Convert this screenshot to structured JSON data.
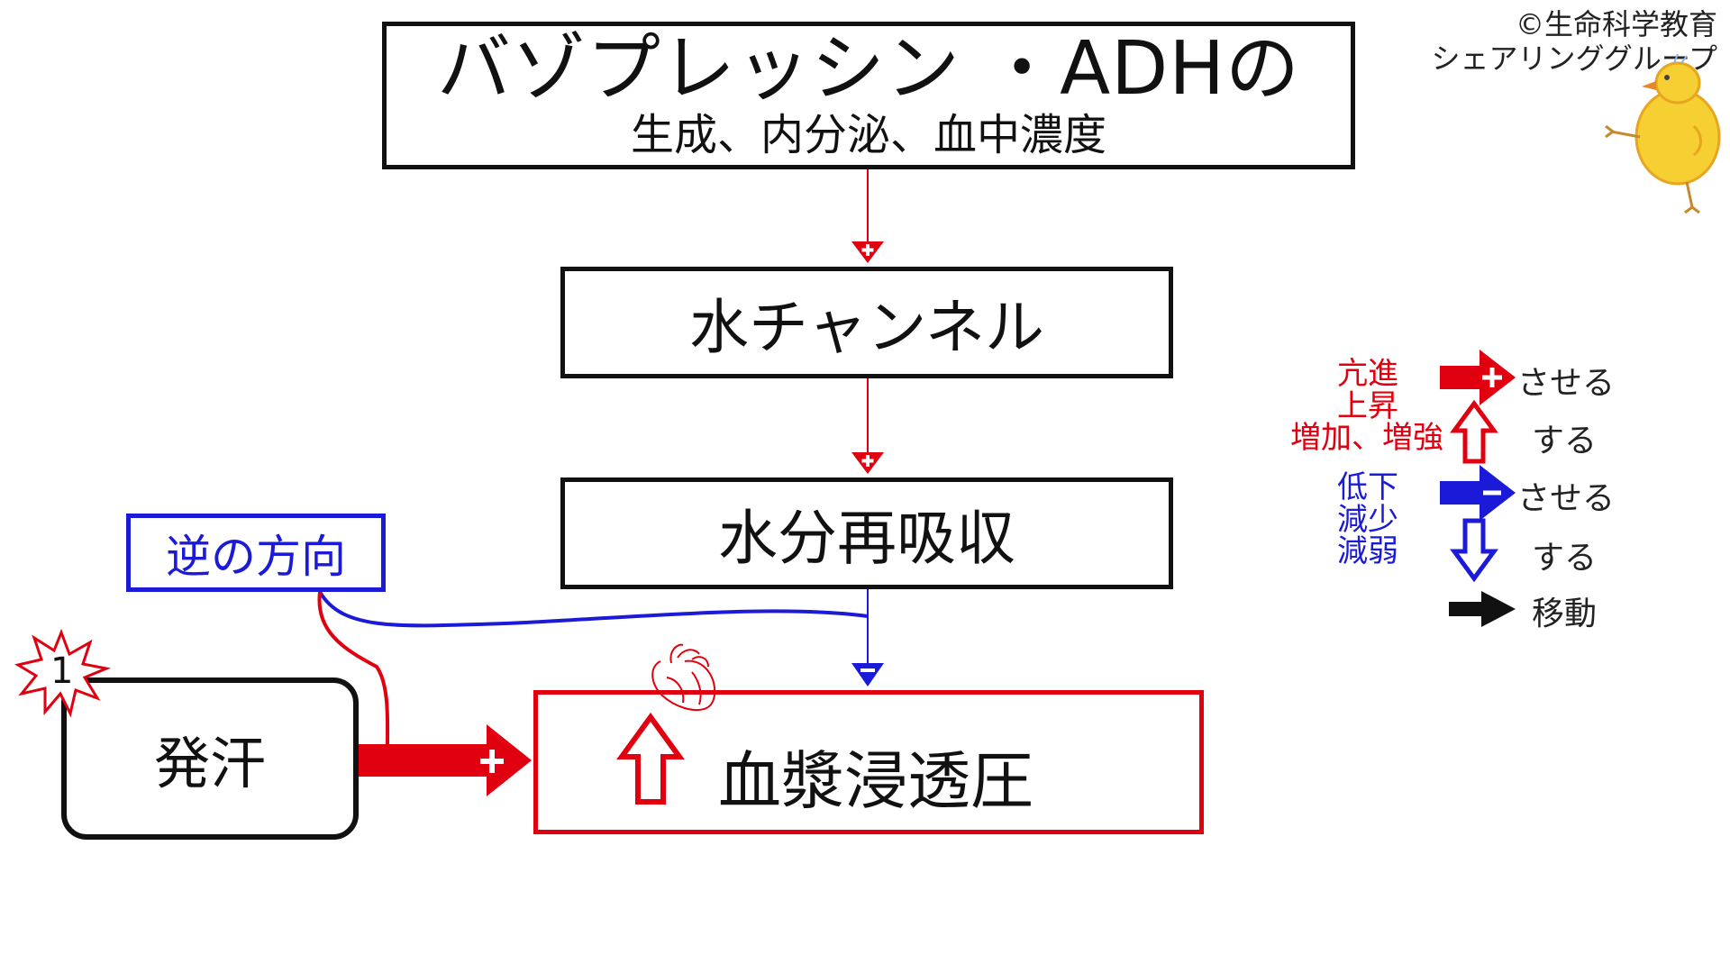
{
  "copyright": {
    "line1": "©生命科学教育",
    "line2": "シェアリンググループ"
  },
  "title_box": {
    "title": "バゾプレッシン ・ADHの",
    "subtitle": "生成、内分泌、血中濃度"
  },
  "nodes": {
    "water_channel": "水チャンネル",
    "water_reabsorption": "水分再吸収",
    "plasma_osmolality": "血漿浸透圧",
    "sweating": "発汗",
    "reverse_direction": "逆の方向"
  },
  "badge": {
    "number": "1"
  },
  "legend": {
    "promote_lines": [
      "亢進",
      "上昇",
      "増加、増強"
    ],
    "suppress_lines": [
      "低下",
      "減少",
      "減弱"
    ],
    "make_promote": "させる",
    "do_up": "する",
    "make_suppress": "させる",
    "do_down": "する",
    "move": "移動"
  },
  "colors": {
    "red": "#e0000f",
    "blue": "#1a1ad8",
    "black": "#111111"
  },
  "icons": [
    "plus-icon",
    "minus-icon",
    "up-arrow-icon",
    "down-arrow-icon",
    "heart-icon",
    "chick-icon",
    "starburst-icon"
  ]
}
